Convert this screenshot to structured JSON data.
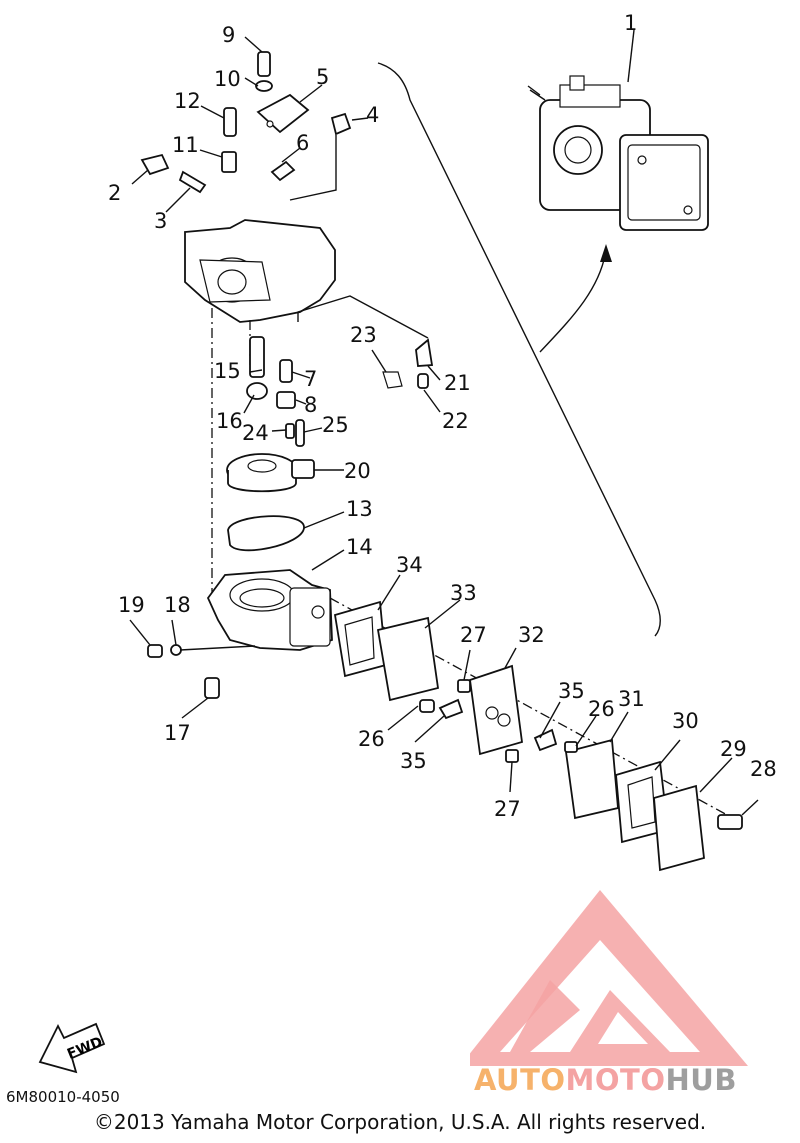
{
  "diagram": {
    "callouts": [
      "1",
      "2",
      "3",
      "4",
      "5",
      "6",
      "7",
      "8",
      "9",
      "10",
      "11",
      "12",
      "13",
      "14",
      "15",
      "16",
      "17",
      "18",
      "19",
      "20",
      "21",
      "22",
      "23",
      "24",
      "25",
      "26",
      "26",
      "27",
      "27",
      "28",
      "29",
      "30",
      "31",
      "32",
      "33",
      "34",
      "35",
      "35"
    ],
    "fwd_label": "FWD",
    "reference_code": "6M80010-4050",
    "copyright": "©2013 Yamaha Motor Corporation, U.S.A. All rights reserved."
  },
  "watermark": {
    "logo_text_part1": "AUTO",
    "logo_text_part2": "MOTO",
    "logo_text_part3": "HUB",
    "colors": {
      "orange": "#f6b26b",
      "pink": "#f4a3a3",
      "gray": "#9e9e9e"
    }
  }
}
